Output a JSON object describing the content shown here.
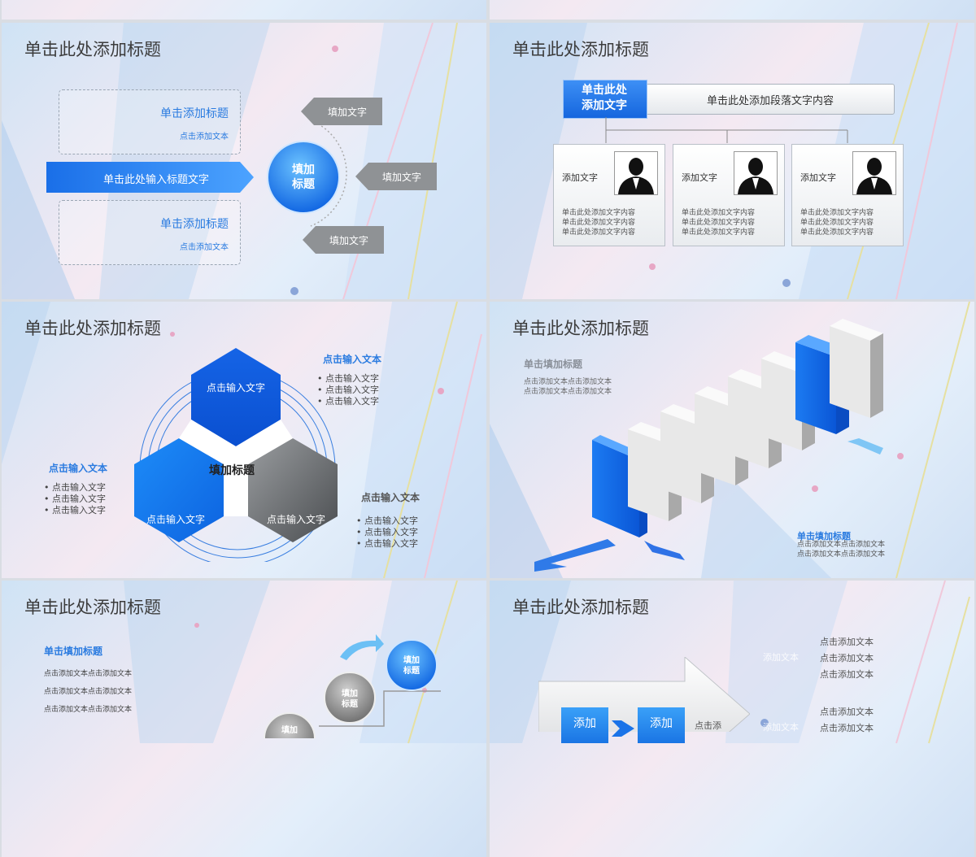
{
  "slide_title": "单击此处添加标题",
  "s1": {
    "box_top_title": "单击添加标题",
    "box_top_sub": "点击添加文本",
    "box_bottom_title": "单击添加标题",
    "box_bottom_sub": "点击添加文本",
    "arrow_text": "单击此处输入标题文字",
    "circle_text": "填加\n标题",
    "tag1": "填加文字",
    "tag2": "填加文字",
    "tag3": "填加文字"
  },
  "s2": {
    "header_tag": "单击此处\n添加文字",
    "header_text": "单击此处添加段落文字内容",
    "cards": [
      {
        "label": "添加文字",
        "lines": [
          "单击此处添加文字内容",
          "单击此处添加文字内容",
          "单击此处添加文字内容"
        ]
      },
      {
        "label": "添加文字",
        "lines": [
          "单击此处添加文字内容",
          "单击此处添加文字内容",
          "单击此处添加文字内容"
        ]
      },
      {
        "label": "添加文字",
        "lines": [
          "单击此处添加文字内容",
          "单击此处添加文字内容",
          "单击此处添加文字内容"
        ]
      }
    ]
  },
  "s3": {
    "center": "填加标题",
    "hex_top": "点击输入文字",
    "hex_left": "点击输入文字",
    "hex_right": "点击输入文字",
    "group_tr": {
      "title": "点击输入文本",
      "items": [
        "点击输入文字",
        "点击输入文字",
        "点击输入文字"
      ]
    },
    "group_l": {
      "title": "点击输入文本",
      "items": [
        "点击输入文字",
        "点击输入文字",
        "点击输入文字"
      ]
    },
    "group_br": {
      "title": "点击输入文本",
      "items": [
        "点击输入文字",
        "点击输入文字",
        "点击输入文字"
      ]
    }
  },
  "s4": {
    "top_title": "单击填加标题",
    "top_lines": [
      "点击添加文本点击添加文本",
      "点击添加文本点击添加文本"
    ],
    "bottom_title": "单击填加标题",
    "bottom_lines": [
      "点击添加文本点击添加文本",
      "点击添加文本点击添加文本"
    ]
  },
  "s5": {
    "title": "单击填加标题",
    "lines": [
      "点击添加文本点击添加文本",
      "点击添加文本点击添加文本",
      "点击添加文本点击添加文本"
    ],
    "ball_top": "填加\n标题",
    "ball_mid": "填加\n标题",
    "ball_low": "填加"
  },
  "s6": {
    "right_lines_top": [
      "点击添加文本",
      "点击添加文本",
      "点击添加文本"
    ],
    "right_lines_bottom": [
      "点击添加文本",
      "点击添加文本"
    ],
    "faint1": "添加文本",
    "faint2": "添加文本",
    "btn1": "添加",
    "btn2": "添加",
    "tail": "点击添"
  },
  "colors": {
    "blue": "#1a73e8",
    "accent_text": "#2a7be0",
    "gray": "#8f9295"
  }
}
